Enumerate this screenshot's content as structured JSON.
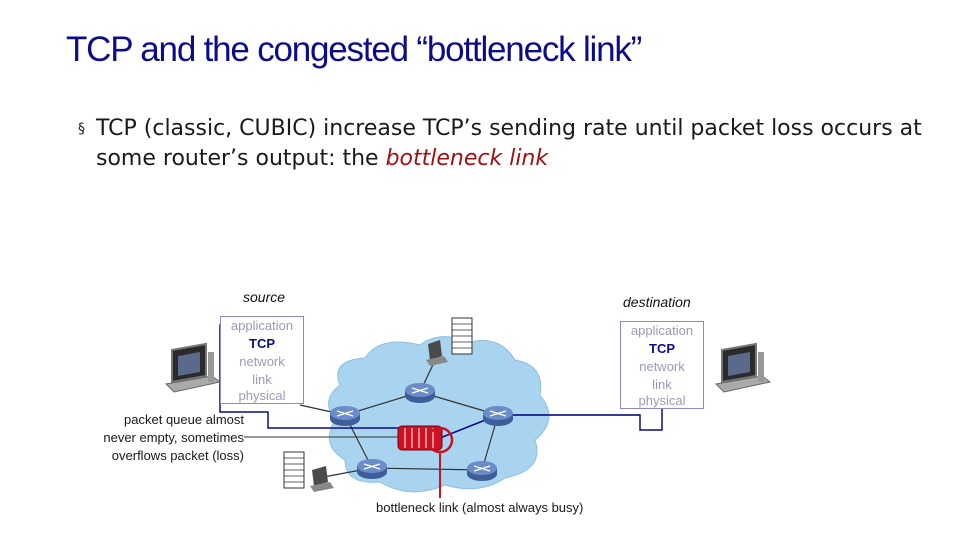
{
  "title": "TCP and the congested “bottleneck link”",
  "bullet": {
    "marker": "§",
    "text_prefix": "TCP (classic, CUBIC) increase TCP’s sending rate until packet loss occurs at some router’s output: the ",
    "text_emph": "bottleneck link"
  },
  "source": {
    "label": "source",
    "layers": [
      "application",
      "TCP",
      "network",
      "link",
      "physical"
    ]
  },
  "destination": {
    "label": "destination",
    "layers": [
      "application",
      "TCP",
      "network",
      "link",
      "physical"
    ]
  },
  "annotations": {
    "queue_line1": "packet queue almost",
    "queue_line2": "never empty, sometimes",
    "queue_line3": "overflows packet (loss)",
    "bottleneck": "bottleneck link (almost always busy)"
  },
  "colors": {
    "title": "#0b0b8c",
    "emphasis": "#a01010",
    "cloud": "#a8d4f0",
    "router": "#5a7ab0",
    "path": "#0b0b8c",
    "bottleneck": "#cc1122"
  }
}
